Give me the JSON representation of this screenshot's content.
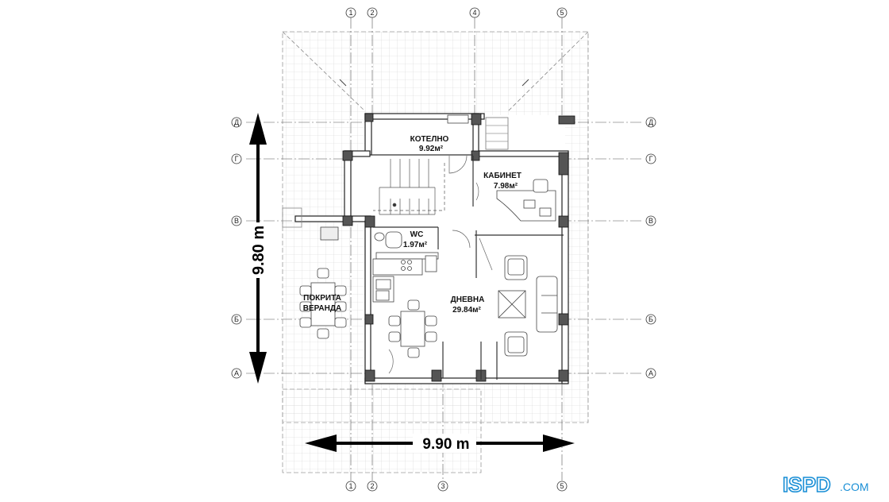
{
  "rooms": {
    "boiler": {
      "name": "КОТЕЛНО",
      "area": "9.92м²"
    },
    "office": {
      "name": "КАБИНЕТ",
      "area": "7.98м²"
    },
    "wc": {
      "name": "WC",
      "area": "1.97м²"
    },
    "living": {
      "name": "ДНЕВНА",
      "area": "29.84м²"
    },
    "veranda": {
      "line1": "ПОКРИТА",
      "line2": "ВЕРАНДА"
    }
  },
  "dimensions": {
    "width": "9.90 m",
    "depth": "9.80 m"
  },
  "axes": {
    "vertical_top": [
      "1",
      "2",
      "4",
      "5"
    ],
    "vertical_bottom": [
      "1",
      "2",
      "3",
      "5"
    ],
    "horizontal": [
      "Д",
      "Г",
      "В",
      "Б",
      "А"
    ]
  },
  "watermark": {
    "brand": "ISPD",
    "suffix": ".COM",
    "color": "#1a8fd6"
  }
}
